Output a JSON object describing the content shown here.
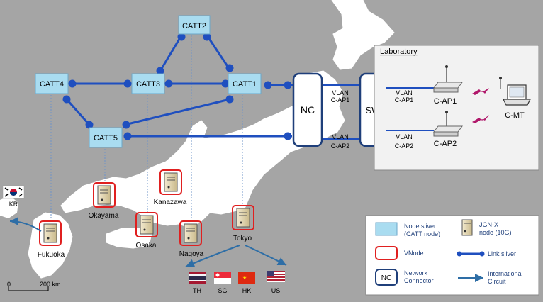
{
  "nodes": {
    "catt1": "CATT1",
    "catt2": "CATT2",
    "catt3": "CATT3",
    "catt4": "CATT4",
    "catt5": "CATT5"
  },
  "cities": {
    "okayama": "Okayama",
    "kanazawa": "Kanazawa",
    "fukuoka": "Fukuoka",
    "osaka": "Osaka",
    "nagoya": "Nagoya",
    "tokyo": "Tokyo"
  },
  "countries": {
    "kr": "KR",
    "th": "TH",
    "sg": "SG",
    "hk": "HK",
    "us": "US"
  },
  "connectors": {
    "nc": "NC",
    "sw": "SW"
  },
  "vlans": {
    "vlan1_left": [
      "VLAN",
      "C-AP1"
    ],
    "vlan2_left": [
      "VLAN",
      "C-AP2"
    ],
    "vlan1_right": [
      "VLAN",
      "C-AP1"
    ],
    "vlan2_right": [
      "VLAN",
      "C-AP2"
    ]
  },
  "lab": {
    "title": "Laboratory",
    "cap1": "C-AP1",
    "cap2": "C-AP2",
    "cmt": "C-MT"
  },
  "scale": {
    "zero": "0",
    "distance": "200 km"
  },
  "legend": {
    "node_sliver": [
      "Node sliver",
      "(CATT node)"
    ],
    "jgnx_node": [
      "JGN-X",
      "node (10G)"
    ],
    "vnode": "VNode",
    "link_sliver": "Link sliver",
    "nc_symbol": "NC",
    "network_connector": [
      "Network",
      "Connector"
    ],
    "international_circuit": [
      "International",
      "Circuit"
    ]
  },
  "colors": {
    "background": "#a5a5a5",
    "land": "#ffffff",
    "link": "#1f4fbf",
    "node_fill": "#a9dcf0",
    "vnode_border": "#e02020",
    "nc_border": "#1f3f7a",
    "arrow": "#2e6ea6"
  }
}
